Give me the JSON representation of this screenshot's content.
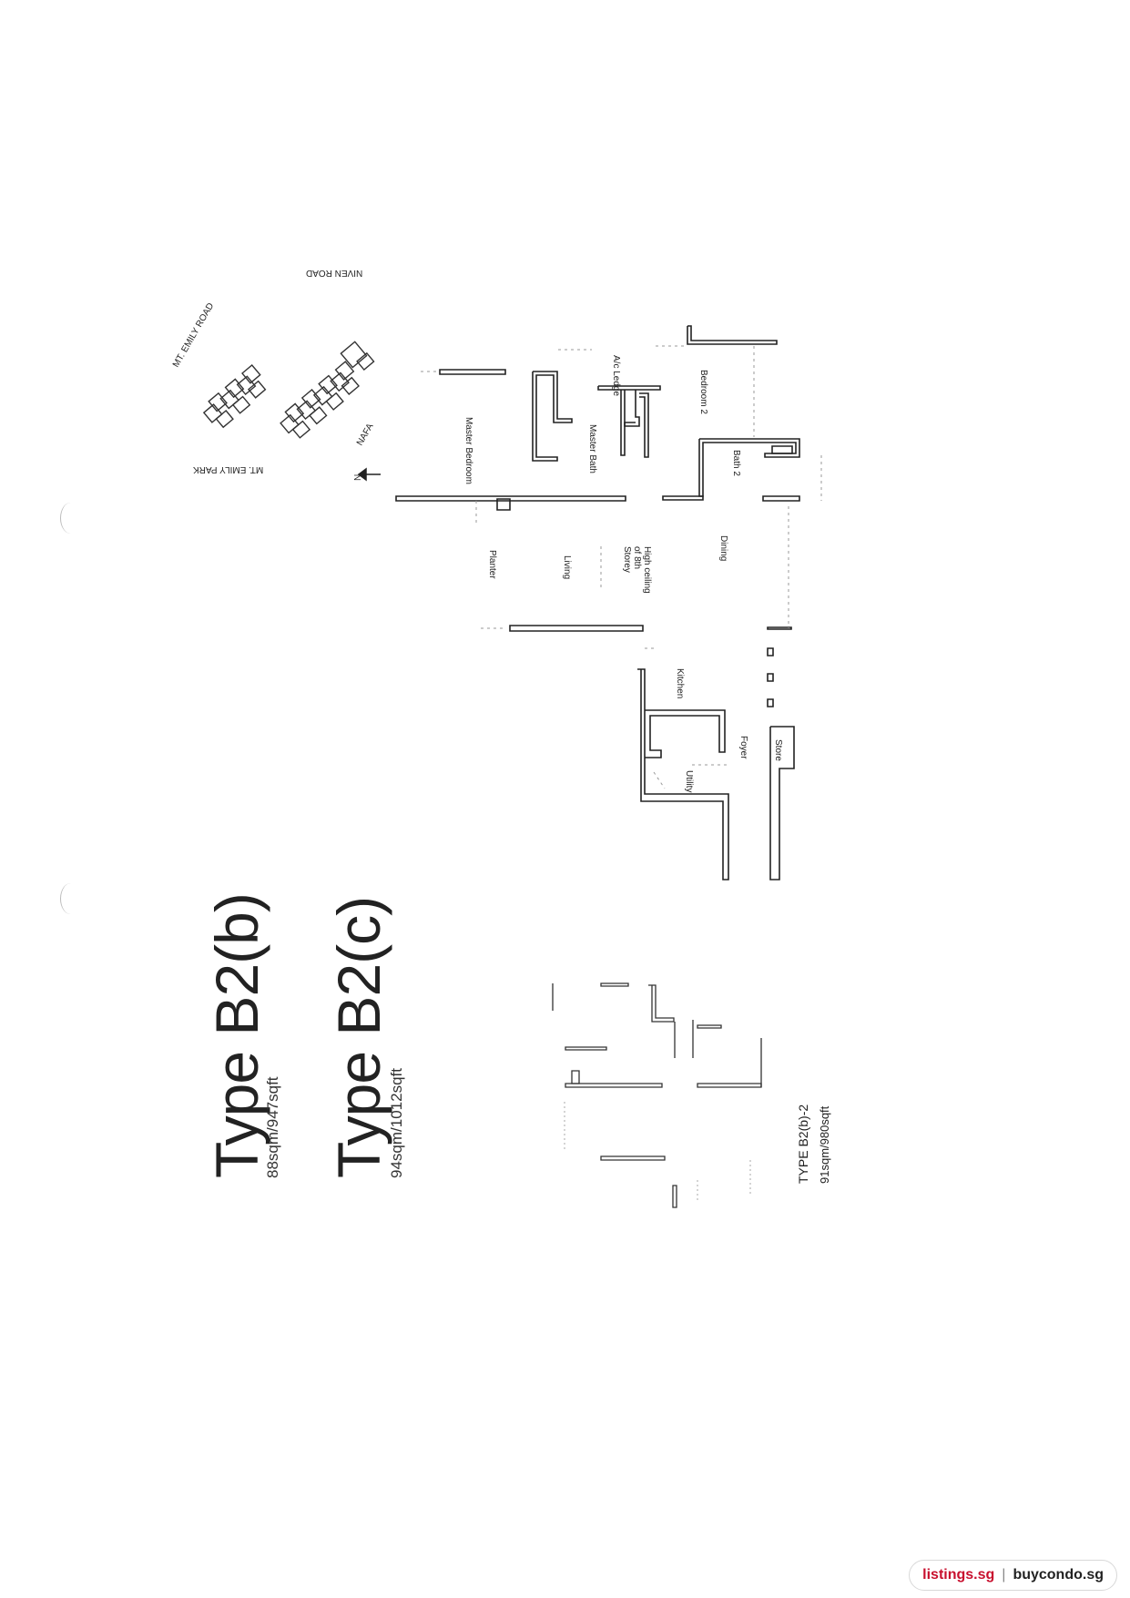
{
  "titles": {
    "type_b2b": "Type B2(b)",
    "area_b2b": "88sqm/947sqft",
    "type_b2c": "Type B2(c)",
    "area_b2c": "94sqm/1012sqft"
  },
  "site_plan": {
    "road_top": "NIVEN ROAD",
    "road_emily": "MT. EMILY ROAD",
    "park": "MT. EMILY PARK",
    "nafa": "NAFA",
    "north": "N"
  },
  "rooms": {
    "master_bedroom": "Master Bedroom",
    "master_bath": "Master Bath",
    "ac_ledge": "A/c Ledge",
    "bedroom2": "Bedroom 2",
    "bath2": "Bath 2",
    "planter": "Planter",
    "living": "Living",
    "high_ceiling": "High ceiling of 8th Storey",
    "dining": "Dining",
    "kitchen": "Kitchen",
    "foyer": "Foyer",
    "utility": "Utility",
    "store": "Store"
  },
  "inset": {
    "title": "TYPE B2(b)-2",
    "area": "91sqm/980sqft"
  },
  "footer": {
    "brand1": "listings.sg",
    "separator": "|",
    "brand2": "buycondo.sg"
  }
}
